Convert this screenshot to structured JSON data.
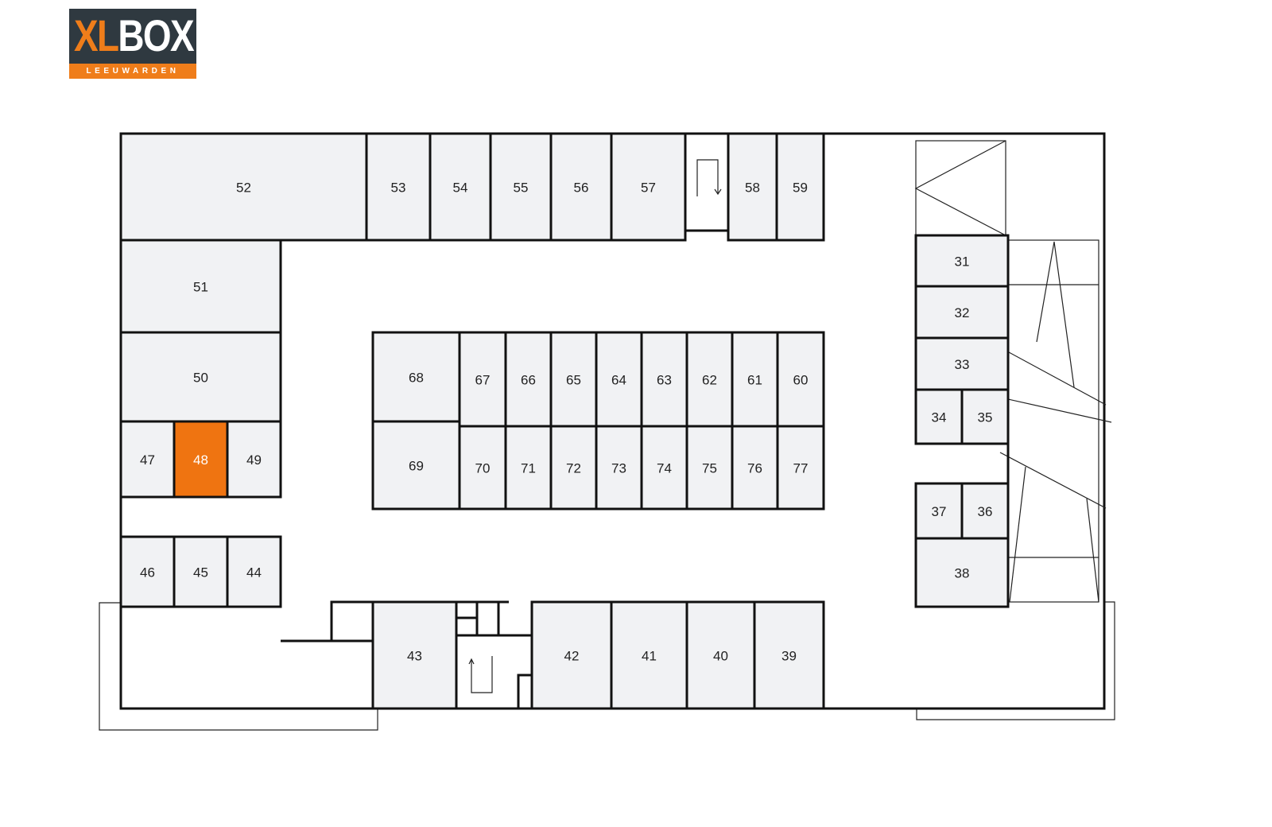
{
  "logo": {
    "brand_xl": "XL",
    "brand_box": "BOX",
    "location": "LEEUWARDEN"
  },
  "colors": {
    "highlight": "#ef7411",
    "unit_fill": "#f1f2f4",
    "logo_dark": "#2f3940",
    "logo_orange": "#ef7d1a"
  },
  "floorplan": {
    "highlighted_unit": "48",
    "units": [
      "52",
      "53",
      "54",
      "55",
      "56",
      "57",
      "58",
      "59",
      "51",
      "50",
      "47",
      "48",
      "49",
      "46",
      "45",
      "44",
      "68",
      "69",
      "67",
      "66",
      "65",
      "64",
      "63",
      "62",
      "61",
      "60",
      "70",
      "71",
      "72",
      "73",
      "74",
      "75",
      "76",
      "77",
      "43",
      "42",
      "41",
      "40",
      "39",
      "31",
      "32",
      "33",
      "34",
      "35",
      "37",
      "36",
      "38"
    ]
  }
}
